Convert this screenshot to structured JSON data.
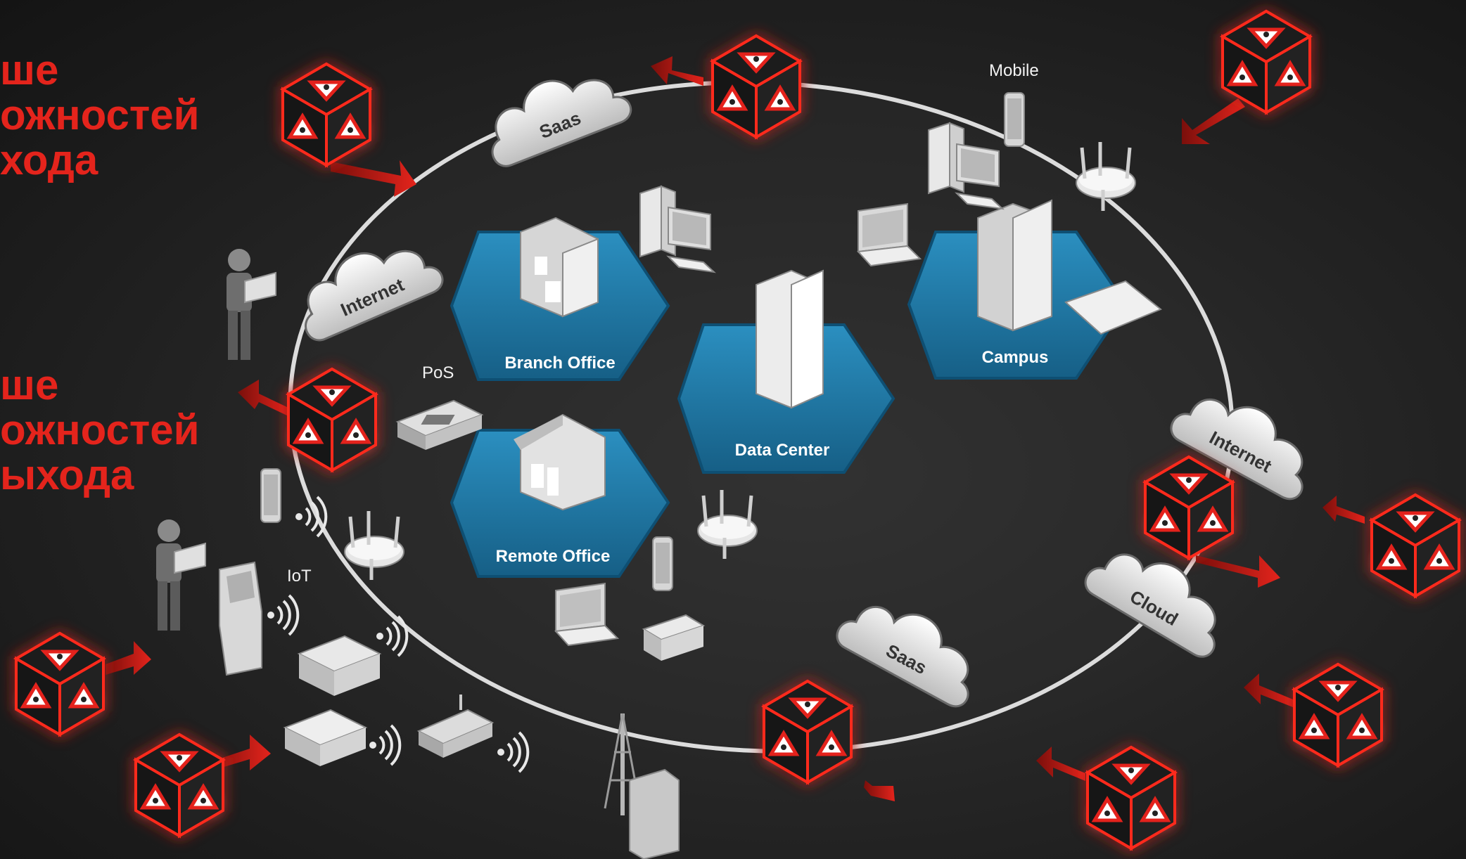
{
  "left_text": {
    "block1": [
      "ше",
      "ожностей",
      "хода"
    ],
    "block2": [
      "ше",
      "ожностей",
      "ыхода"
    ]
  },
  "zones": {
    "branch": "Branch Office",
    "datacenter": "Data Center",
    "campus": "Campus",
    "remote": "Remote Office"
  },
  "clouds": {
    "saas_top": "Saas",
    "internet_left": "Internet",
    "internet_right": "Internet",
    "cloud_right": "Cloud",
    "saas_bottom": "Saas"
  },
  "device_labels": {
    "mobile": "Mobile",
    "pos": "PoS",
    "iot": "IoT"
  },
  "colors": {
    "threat_red": "#e4241c",
    "hex_blue": "#1f7fae",
    "ring": "#d8d8d8"
  }
}
